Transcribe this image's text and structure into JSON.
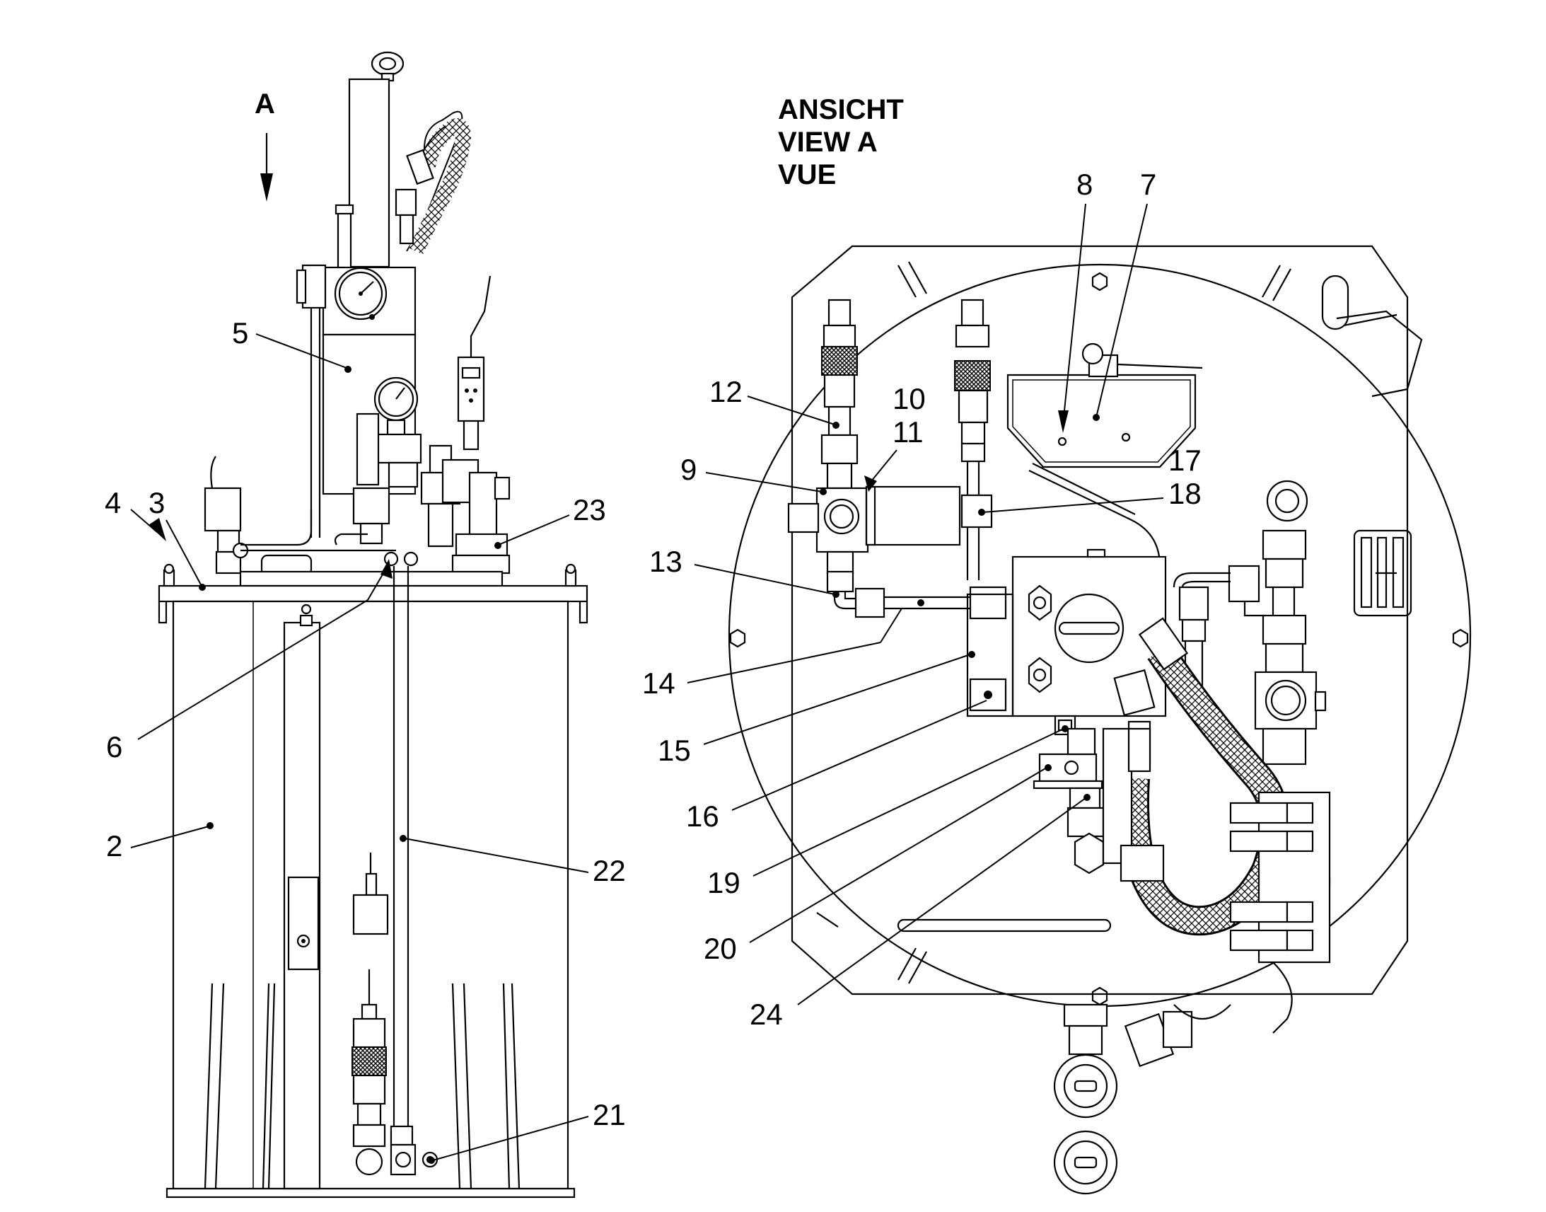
{
  "view_arrow": {
    "label": "A"
  },
  "view_title": [
    "ANSICHT",
    "VIEW  A",
    "VUE"
  ],
  "callouts_side": [
    {
      "id": "c2",
      "label": "2"
    },
    {
      "id": "c3",
      "label": "3"
    },
    {
      "id": "c4",
      "label": "4"
    },
    {
      "id": "c5",
      "label": "5"
    },
    {
      "id": "c6",
      "label": "6"
    },
    {
      "id": "c21",
      "label": "21"
    },
    {
      "id": "c22",
      "label": "22"
    },
    {
      "id": "c23",
      "label": "23"
    }
  ],
  "callouts_top": [
    {
      "id": "c7",
      "label": "7"
    },
    {
      "id": "c8",
      "label": "8"
    },
    {
      "id": "c9",
      "label": "9"
    },
    {
      "id": "c10",
      "label": "10"
    },
    {
      "id": "c11",
      "label": "11"
    },
    {
      "id": "c12",
      "label": "12"
    },
    {
      "id": "c13",
      "label": "13"
    },
    {
      "id": "c14",
      "label": "14"
    },
    {
      "id": "c15",
      "label": "15"
    },
    {
      "id": "c16",
      "label": "16"
    },
    {
      "id": "c17",
      "label": "17"
    },
    {
      "id": "c18",
      "label": "18"
    },
    {
      "id": "c19",
      "label": "19"
    },
    {
      "id": "c20",
      "label": "20"
    },
    {
      "id": "c24",
      "label": "24"
    }
  ],
  "icons": [
    "pressure-gauge-icon",
    "solenoid-valve-icon",
    "quick-coupling-icon",
    "braided-hose-icon",
    "lifting-eye-icon"
  ]
}
